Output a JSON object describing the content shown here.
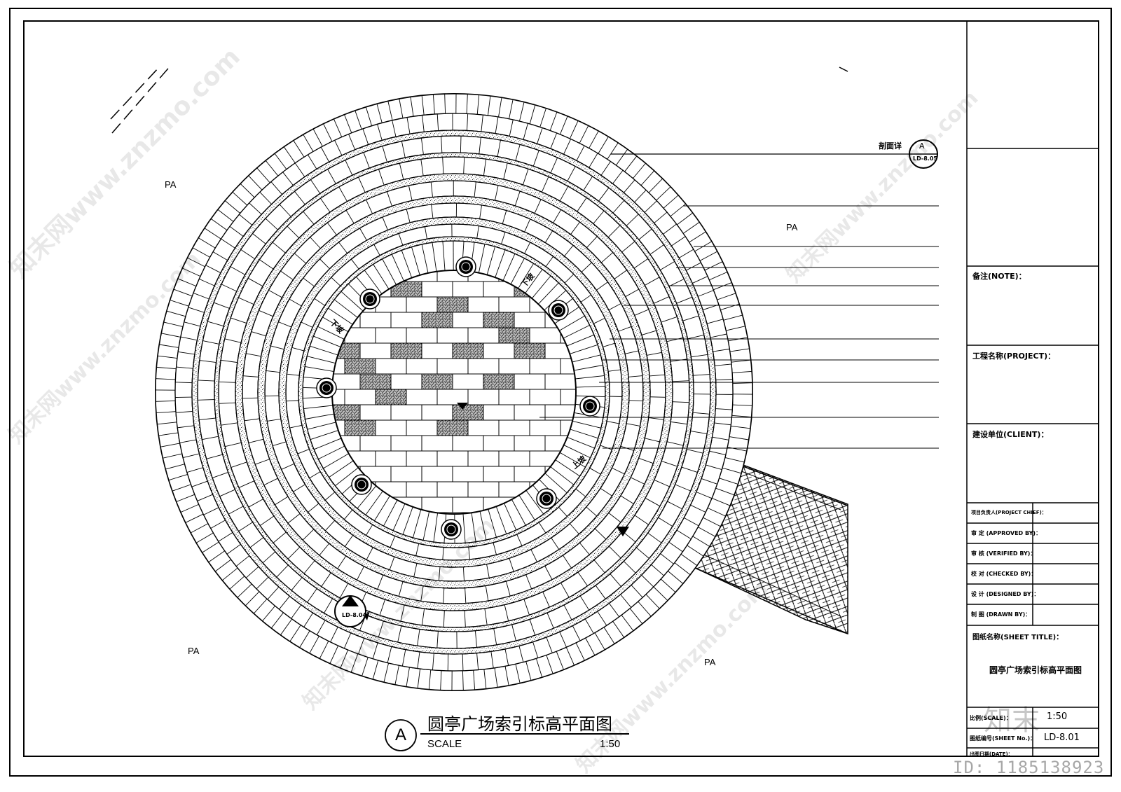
{
  "area_labels": {
    "top_left": "PA",
    "top_right": "PA",
    "bottom_left": "PA",
    "bottom_right": "PA"
  },
  "annotations": {
    "section_ref_text": "剖面详",
    "section_symbol_letter": "A",
    "section_symbol_sheet": "LD-8.05",
    "stair_down_1": "下坡",
    "stair_down_2": "下坡",
    "stair_up": "上坡",
    "index_symbol_letter": "A",
    "index_symbol_sheet": "LD-8.04"
  },
  "drawing_title": {
    "circle_letter": "A",
    "title": "圆亭广场索引标高平面图",
    "scale_label": "SCALE",
    "scale_value": "1:50"
  },
  "title_block": {
    "note_label": "备注(NOTE)：",
    "project_label": "工程名称(PROJECT)：",
    "client_label": "建设单位(CLIENT)：",
    "rows": [
      {
        "label": "项目负责人(PROJECT CHIEF)："
      },
      {
        "label": "审 定 (APPROVED BY)："
      },
      {
        "label": "审 核 (VERIFIED BY)："
      },
      {
        "label": "校 对 (CHECKED BY)："
      },
      {
        "label": "设 计 (DESIGNED BY)："
      },
      {
        "label": "制 图 (DRAWN BY)："
      }
    ],
    "sheet_title_label": "图纸名称(SHEET TITLE)：",
    "sheet_title_value": "圆亭广场索引标高平面图",
    "scale_label": "比例(SCALE)：",
    "scale_value": "1:50",
    "sheet_no_label": "图纸编号(SHEET No.)：",
    "sheet_no_value": "LD-8.01",
    "date_label": "出图日期(DATE)："
  },
  "watermark": {
    "site_text": "知末网www.znzmo.com",
    "logo_text": "知末",
    "id_text": "ID: 1185138923"
  }
}
